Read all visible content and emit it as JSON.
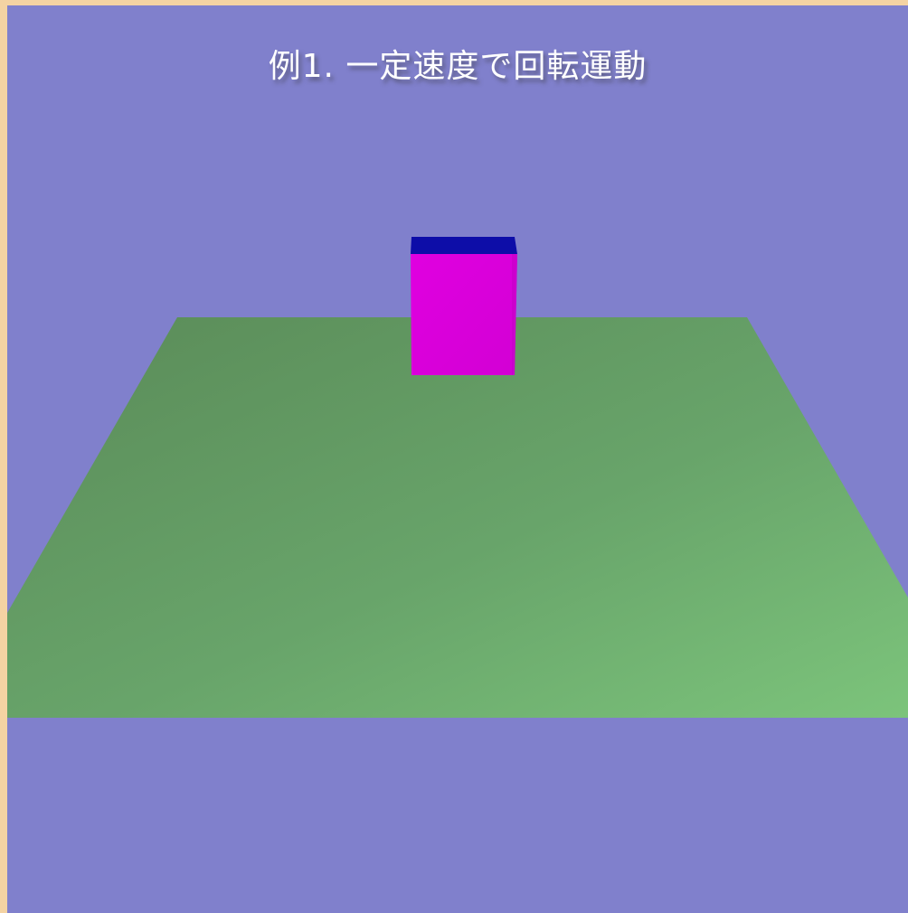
{
  "scene": {
    "title": "例1. 一定速度で回転運動",
    "colors": {
      "sky": "#8080cc",
      "frame": "#f4d3a3",
      "ground_far": "#5c8f5a",
      "ground_near": "#7cc47b",
      "box_front": "#dc00dc",
      "box_top": "#0d0da8",
      "title_text": "#ffffff"
    },
    "objects": [
      "ground-plane",
      "box"
    ]
  }
}
